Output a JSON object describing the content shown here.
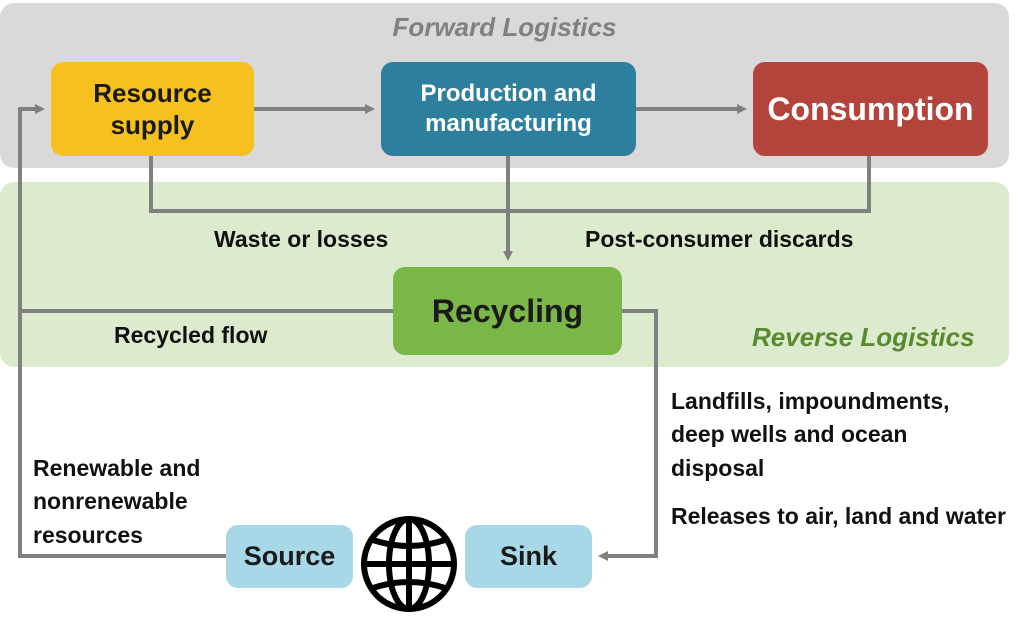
{
  "regions": {
    "forward": "Forward Logistics",
    "reverse": "Reverse Logistics"
  },
  "nodes": {
    "resource_supply": [
      "Resource",
      "supply"
    ],
    "production": [
      "Production and",
      "manufacturing"
    ],
    "consumption": "Consumption",
    "recycling": "Recycling",
    "source": "Source",
    "sink": "Sink"
  },
  "flow_labels": {
    "waste": "Waste or losses",
    "post_consumer": "Post-consumer discards",
    "recycled": "Recycled flow",
    "landfill": [
      "Landfills, impoundments,",
      "deep wells and ocean",
      "disposal"
    ],
    "releases": "Releases to air, land and water",
    "resources": [
      "Renewable and",
      "nonrenewable",
      "resources"
    ]
  },
  "icons": {
    "earth": "globe-icon"
  },
  "colors": {
    "resource_supply": "#f6c11f",
    "production": "#2e7f9e",
    "consumption": "#b2443b",
    "recycling": "#7ab648",
    "source_sink": "#a8d8e8",
    "forward_region": "#d9d9d9",
    "reverse_region": "#dcebcd",
    "arrow": "#808080"
  }
}
